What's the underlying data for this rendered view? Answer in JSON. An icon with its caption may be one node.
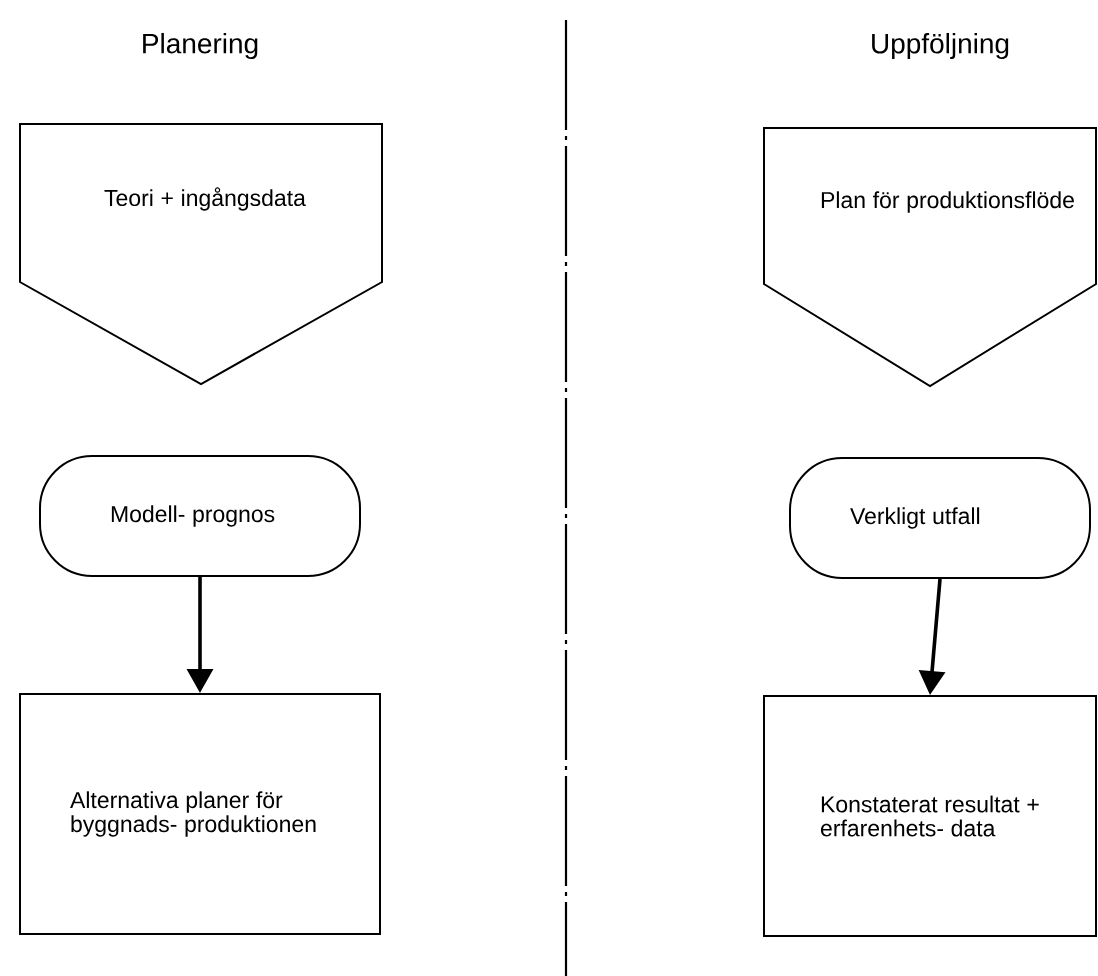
{
  "diagram": {
    "nodes": [
      {
        "text": [
          "Teori + ingångsdata"
        ]
      },
      {
        "text": [
          "Modell- prognos"
        ]
      },
      {
        "text": [
          "Alternativa planer för byggnads- produktionen"
        ]
      },
      {
        "text": [
          "Plan för produktionsflöde"
        ]
      },
      {
        "text": [
          "Verkligt utfall"
        ]
      },
      {
        "text": [
          "Konstaterat resultat + erfarenhets- data"
        ]
      }
    ],
    "edges": [
      {
        "from": 1,
        "to": 2,
        "arrow": "to"
      },
      {
        "from": 4,
        "to": 5,
        "arrow": "to"
      }
    ],
    "labels": [
      "Planering",
      "Uppföljning"
    ]
  }
}
